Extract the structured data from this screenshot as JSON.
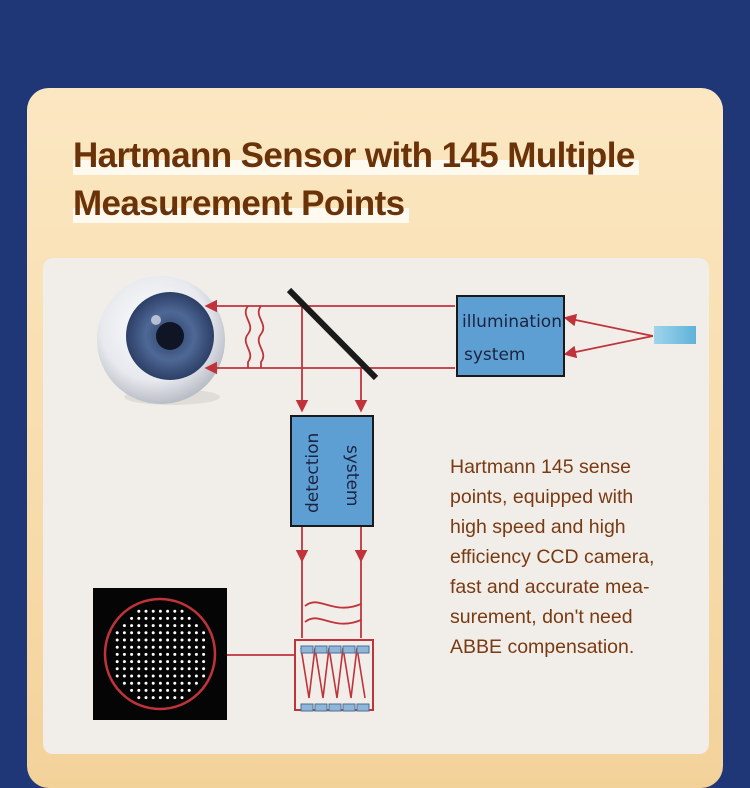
{
  "header": {
    "title_line1": "Hartmann Sensor with 145 Multiple",
    "title_line2": "Measurement Points"
  },
  "diagram": {
    "illumination_line1": "illumination",
    "illumination_line2": "system",
    "detection_line1": "detection",
    "detection_line2": "system",
    "description": "Hartmann 145 sense\npoints, equipped with\nhigh speed and high\nefficiency CCD camera,\nfast and accurate mea-\nsurement, don't need\nABBE compensation."
  },
  "colors": {
    "background": "#1f3677",
    "title": "#6a3208",
    "beam": "#c0333b",
    "box_fill": "#5e9fd3",
    "text": "#7a3a12"
  }
}
